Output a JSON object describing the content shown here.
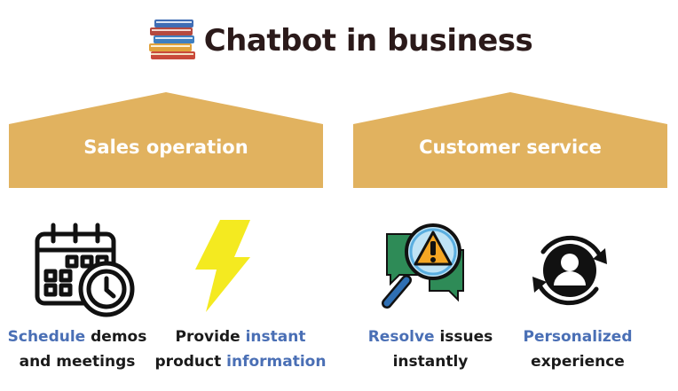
{
  "title": "Chatbot in business",
  "colors": {
    "roof": "#e1b25f",
    "highlight": "#4a6fb5",
    "text": "#1a1a1a"
  },
  "sections": [
    {
      "label": "Sales operation"
    },
    {
      "label": "Customer service"
    }
  ],
  "items": [
    {
      "icon": "calendar-clock-icon",
      "hl": "Schedule",
      "rest1": " demos",
      "line2": "and meetings"
    },
    {
      "icon": "lightning-bolt-icon",
      "pre": "Provide ",
      "hl1": "instant",
      "line2pre": "product ",
      "hl2": "information"
    },
    {
      "icon": "magnifier-warning-icon",
      "hl": "Resolve",
      "rest1": " issues",
      "line2": "instantly"
    },
    {
      "icon": "user-refresh-icon",
      "hl": "Personalized",
      "line2": "experience"
    }
  ]
}
